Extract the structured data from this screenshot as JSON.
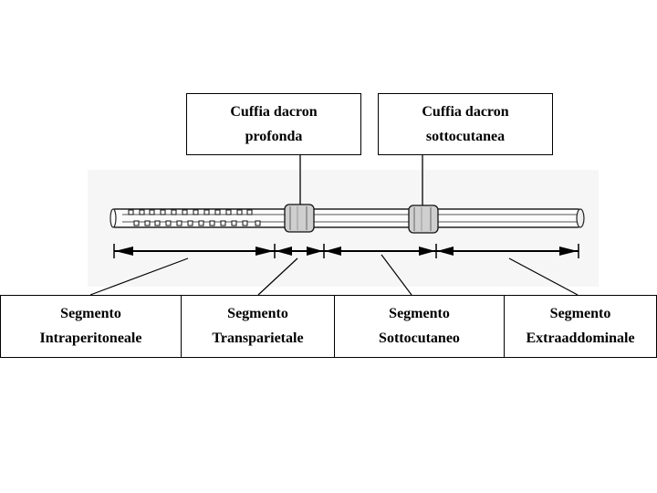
{
  "cuffs": [
    {
      "line1": "Cuffia dacron",
      "line2": "profonda"
    },
    {
      "line1": "Cuffia dacron",
      "line2": "sottocutanea"
    }
  ],
  "segments": [
    {
      "line1": "Segmento",
      "line2": "Intraperitoneale"
    },
    {
      "line1": "Segmento",
      "line2": "Transparietale"
    },
    {
      "line1": "Segmento",
      "line2": "Sottocutaneo"
    },
    {
      "line1": "Segmento",
      "line2": "Extraaddominale"
    }
  ]
}
